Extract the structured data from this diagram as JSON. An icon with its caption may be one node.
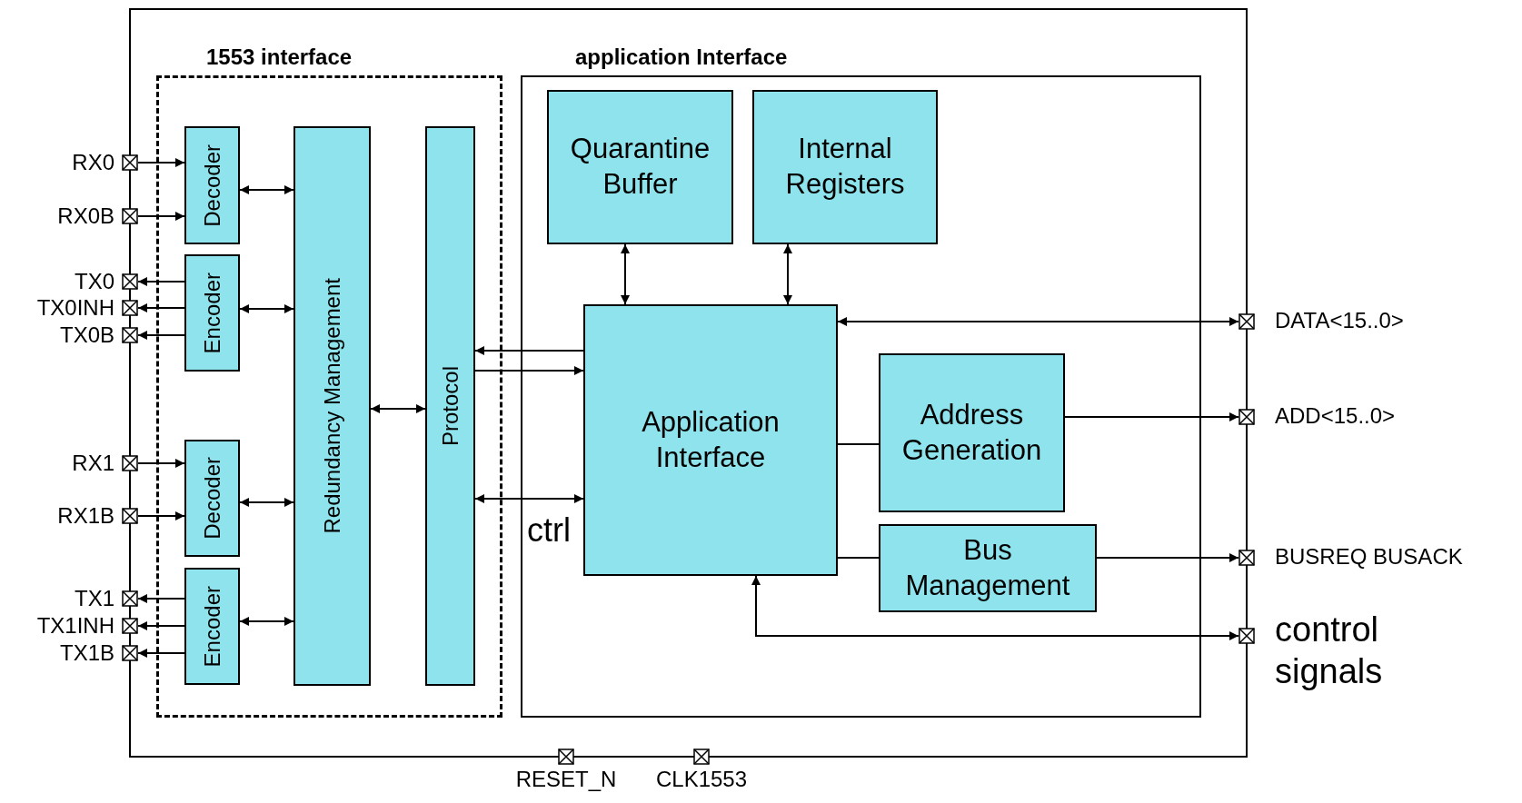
{
  "diagram": {
    "nodes": [
      {
        "text": [
          "1553 interface"
        ]
      },
      {
        "text": [
          "application Interface"
        ]
      },
      {
        "text": [
          "Decoder"
        ],
        "in": 0
      },
      {
        "text": [
          "Encoder"
        ],
        "in": 0
      },
      {
        "text": [
          "Decoder"
        ],
        "in": 0
      },
      {
        "text": [
          "Encoder"
        ],
        "in": 0
      },
      {
        "text": [
          "Redundancy Management"
        ],
        "in": 0
      },
      {
        "text": [
          "Protocol"
        ],
        "in": 0
      },
      {
        "text": [
          "Quarantine Buffer"
        ],
        "in": 1
      },
      {
        "text": [
          "Internal Registers"
        ],
        "in": 1
      },
      {
        "text": [
          "Application Interface"
        ],
        "in": 1
      },
      {
        "text": [
          "Address Generation"
        ],
        "in": 1
      },
      {
        "text": [
          "Bus Management"
        ],
        "in": 1
      },
      {
        "text": [
          "RX0"
        ]
      },
      {
        "text": [
          "RX0B"
        ]
      },
      {
        "text": [
          "TX0"
        ]
      },
      {
        "text": [
          "TX0INH"
        ]
      },
      {
        "text": [
          "TX0B"
        ]
      },
      {
        "text": [
          "RX1"
        ]
      },
      {
        "text": [
          "RX1B"
        ]
      },
      {
        "text": [
          "TX1"
        ]
      },
      {
        "text": [
          "TX1INH"
        ]
      },
      {
        "text": [
          "TX1B"
        ]
      },
      {
        "text": [
          "DATA<15..0>"
        ]
      },
      {
        "text": [
          "ADD<15..0>"
        ]
      },
      {
        "text": [
          "BUSREQ BUSACK"
        ]
      },
      {
        "text": [
          "control signals"
        ]
      },
      {
        "text": [
          "RESET_N"
        ]
      },
      {
        "text": [
          "CLK1553"
        ]
      }
    ],
    "edges": [
      {
        "from": 13,
        "to": 2,
        "arrow": "to"
      },
      {
        "from": 14,
        "to": 2,
        "arrow": "to"
      },
      {
        "from": 3,
        "to": 15,
        "arrow": "to"
      },
      {
        "from": 3,
        "to": 16,
        "arrow": "to"
      },
      {
        "from": 3,
        "to": 17,
        "arrow": "to"
      },
      {
        "from": 18,
        "to": 4,
        "arrow": "to"
      },
      {
        "from": 19,
        "to": 4,
        "arrow": "to"
      },
      {
        "from": 5,
        "to": 20,
        "arrow": "to"
      },
      {
        "from": 5,
        "to": 21,
        "arrow": "to"
      },
      {
        "from": 5,
        "to": 22,
        "arrow": "to"
      },
      {
        "from": 2,
        "to": 6,
        "arrow": "both"
      },
      {
        "from": 3,
        "to": 6,
        "arrow": "both"
      },
      {
        "from": 4,
        "to": 6,
        "arrow": "both"
      },
      {
        "from": 5,
        "to": 6,
        "arrow": "both"
      },
      {
        "from": 6,
        "to": 7,
        "arrow": "both"
      },
      {
        "from": 10,
        "to": 7,
        "arrow": "to"
      },
      {
        "from": 7,
        "to": 10,
        "arrow": "to"
      },
      {
        "from": 7,
        "to": 10,
        "arrow": "both",
        "label": "ctrl"
      },
      {
        "from": 8,
        "to": 10,
        "arrow": "both"
      },
      {
        "from": 9,
        "to": 10,
        "arrow": "both"
      },
      {
        "from": 10,
        "to": 23,
        "arrow": "both"
      },
      {
        "from": 10,
        "to": 11,
        "arrow": "none"
      },
      {
        "from": 10,
        "to": 12,
        "arrow": "none"
      },
      {
        "from": 11,
        "to": 24,
        "arrow": "to"
      },
      {
        "from": 12,
        "to": 25,
        "arrow": "to"
      },
      {
        "from": 10,
        "to": 26,
        "arrow": "both"
      }
    ]
  }
}
